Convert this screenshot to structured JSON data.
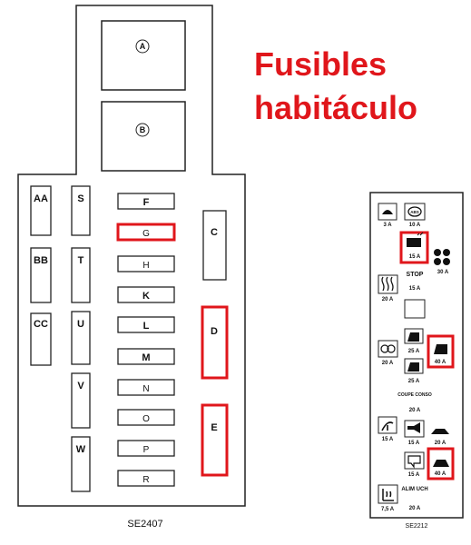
{
  "title": {
    "line1": "Fusibles",
    "line2": "habitáculo"
  },
  "colors": {
    "highlight": "#e0161b",
    "outline": "#222222"
  },
  "left_diagram": {
    "code": "SE2407",
    "relays": [
      "A",
      "B"
    ],
    "fuses": {
      "left_col": [
        "AA",
        "BB",
        "CC"
      ],
      "second_col": [
        "S",
        "T",
        "U",
        "V",
        "W"
      ],
      "middle_col": [
        "F",
        "G",
        "H",
        "K",
        "L",
        "M",
        "N",
        "O",
        "P",
        "R"
      ],
      "right_col": [
        "C",
        "D",
        "E"
      ]
    },
    "highlighted": [
      "G",
      "D",
      "E"
    ]
  },
  "right_diagram": {
    "code": "SE2212",
    "fuses": [
      {
        "id": "r1",
        "rating": "3 A",
        "icon": "interior-light-icon"
      },
      {
        "id": "r2",
        "rating": "10 A",
        "icon": "abs-icon",
        "text": "ABS"
      },
      {
        "id": "r3",
        "rating": "15 A",
        "icon": "radio-icon",
        "highlight": true
      },
      {
        "id": "r4",
        "rating": "30 A",
        "icon": "fan-icon"
      },
      {
        "id": "r5",
        "rating": "20 A",
        "icon": "rear-defrost-icon"
      },
      {
        "id": "r6",
        "rating": "15 A",
        "text": "STOP"
      },
      {
        "id": "r7",
        "rating": "20 A",
        "icon": "fog-light-icon"
      },
      {
        "id": "r8",
        "rating": "25 A",
        "icon": "window-left-icon"
      },
      {
        "id": "r9",
        "rating": "40 A",
        "icon": "window-right-icon",
        "highlight": true
      },
      {
        "id": "r10",
        "rating": "25 A",
        "icon": "window-rear-icon"
      },
      {
        "id": "r11",
        "rating": "20 A",
        "text": "COUPE CONSO"
      },
      {
        "id": "r12",
        "rating": "15 A",
        "icon": "wiper-icon"
      },
      {
        "id": "r13",
        "rating": "15 A",
        "icon": "horn-icon"
      },
      {
        "id": "r14",
        "rating": "20 A",
        "icon": "car-icon"
      },
      {
        "id": "r15",
        "rating": "15 A",
        "icon": "mirror-icon"
      },
      {
        "id": "r16",
        "rating": "40 A",
        "icon": "car-rear-icon",
        "highlight": true
      },
      {
        "id": "r17",
        "rating": "7,5 A",
        "icon": "heated-seat-icon"
      },
      {
        "id": "r18",
        "rating": "20 A",
        "text": "ALIM UCH"
      }
    ]
  }
}
